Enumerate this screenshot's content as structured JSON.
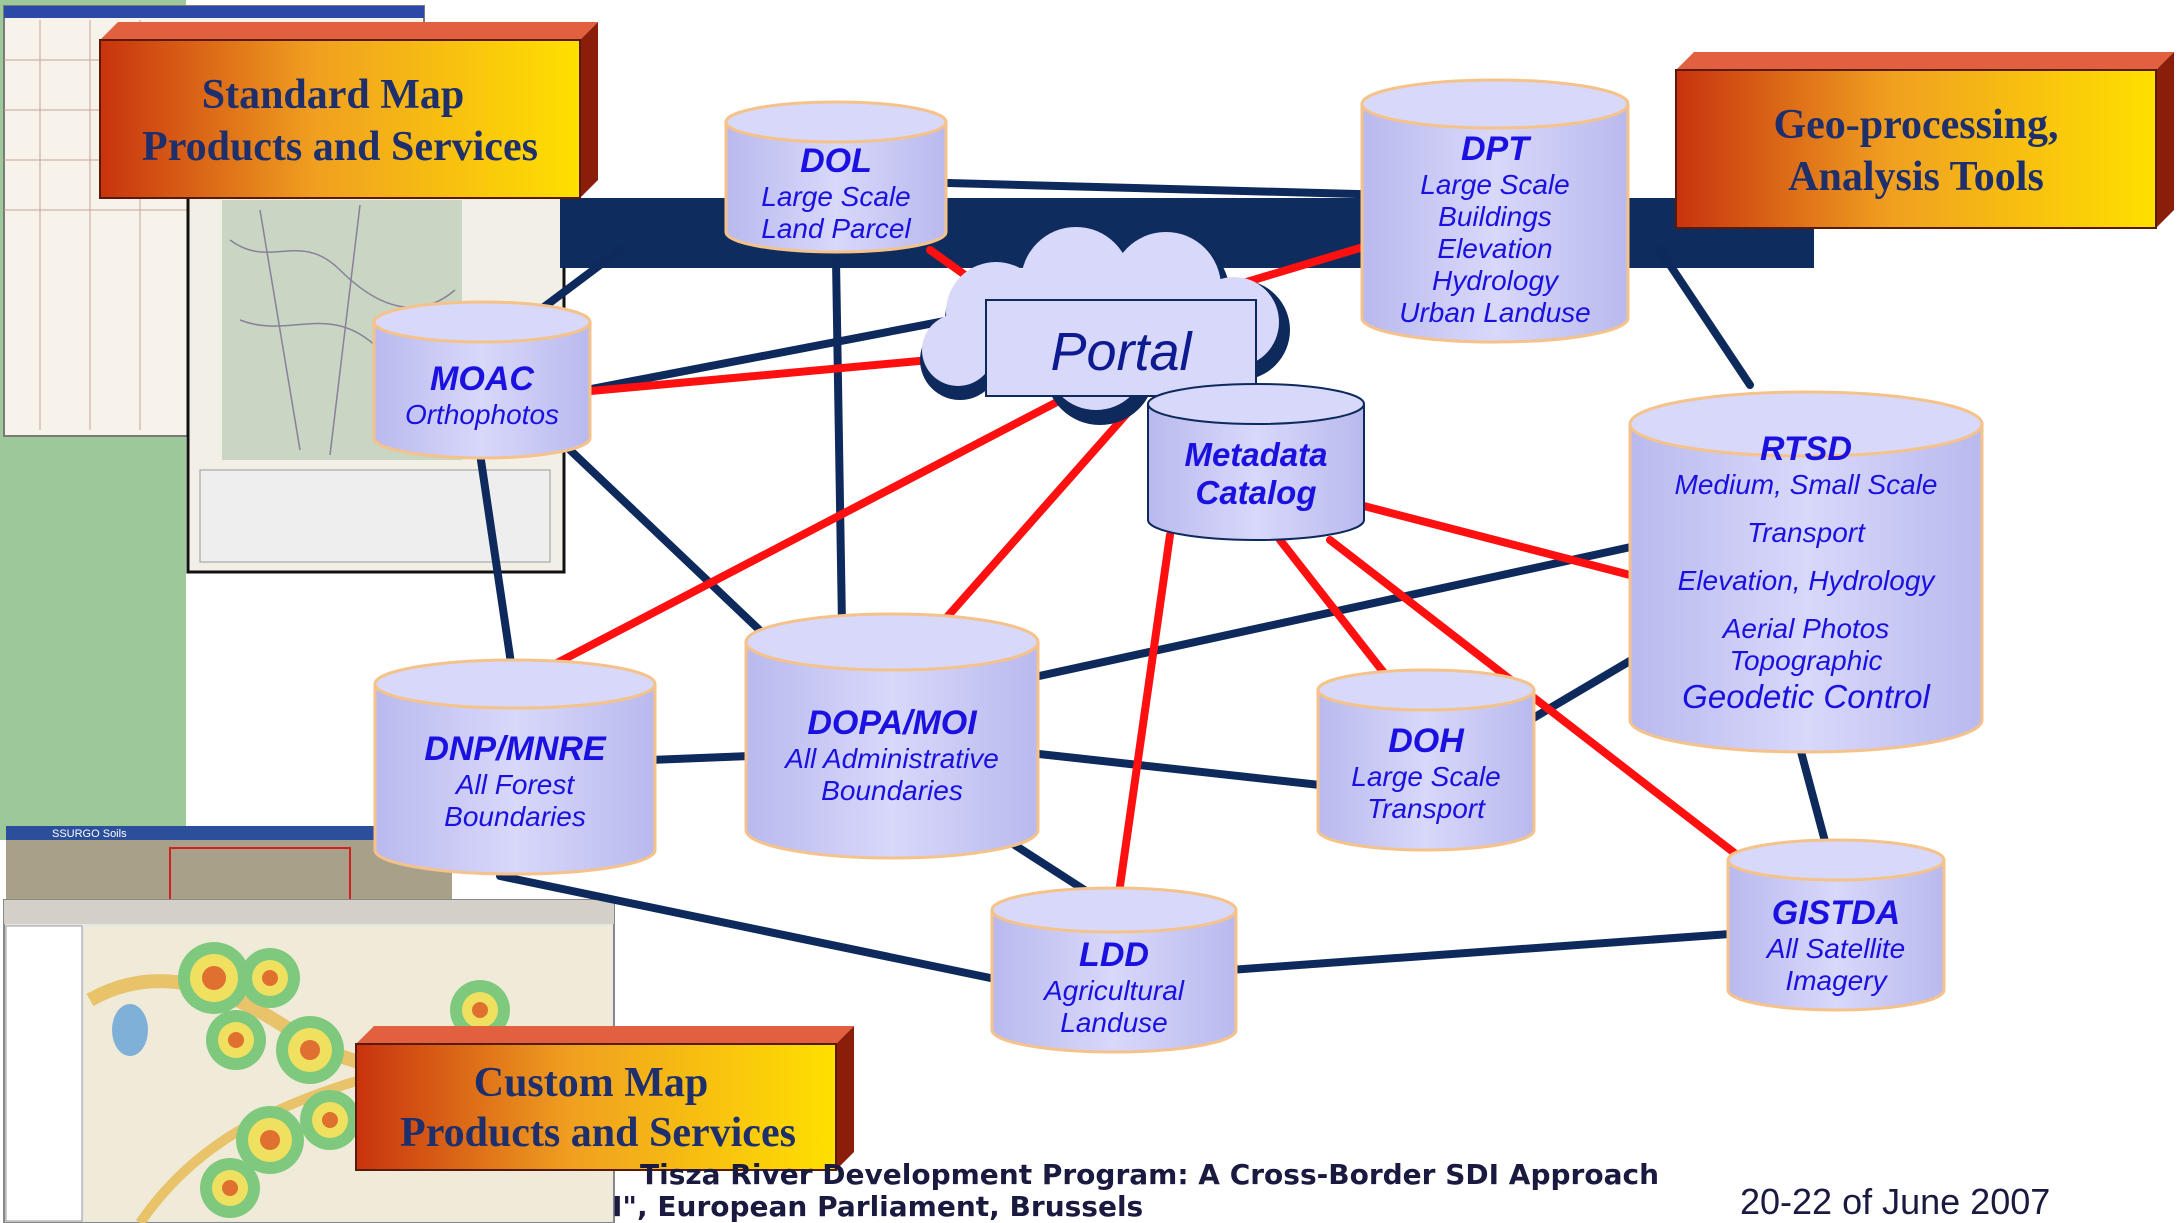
{
  "boxes": {
    "standard": [
      "Standard Map",
      "Products and Services"
    ],
    "geo": [
      "Geo-processing,",
      "Analysis Tools"
    ],
    "custom": [
      "Custom Map",
      "Products and Services"
    ]
  },
  "portal": "Portal",
  "metadata": [
    "Metadata",
    "Catalog"
  ],
  "nodes": {
    "dol": {
      "title": "DOL",
      "lines": [
        "Large Scale",
        "Land Parcel"
      ]
    },
    "dpt": {
      "title": "DPT",
      "lines": [
        "Large Scale",
        "Buildings",
        "Elevation",
        "Hydrology",
        "Urban Landuse"
      ]
    },
    "moac": {
      "title": "MOAC",
      "lines": [
        "Orthophotos"
      ]
    },
    "rtsd": {
      "title": "RTSD",
      "lines": [
        "Medium, Small Scale",
        "Transport",
        "Elevation, Hydrology",
        "Aerial Photos",
        "Topographic",
        "Geodetic Control"
      ]
    },
    "dnp": {
      "title": "DNP/MNRE",
      "lines": [
        "All Forest",
        "Boundaries"
      ]
    },
    "dopa": {
      "title": "DOPA/MOI",
      "lines": [
        "All Administrative",
        "Boundaries"
      ]
    },
    "doh": {
      "title": "DOH",
      "lines": [
        "Large Scale",
        "Transport"
      ]
    },
    "ldd": {
      "title": "LDD",
      "lines": [
        "Agricultural",
        "Landuse"
      ]
    },
    "gistda": {
      "title": "GISTDA",
      "lines": [
        "All Satellite",
        "Imagery"
      ]
    }
  },
  "screenshot_gis_title": "SSURGO Soils",
  "footer": {
    "line1": "Tisza River Development Program: A Cross-Border SDI Approach",
    "line2": "I\", European Parliament, Brussels",
    "date": "20-22 of June 2007"
  },
  "colors": {
    "red_link": "#ff1010",
    "blue_link": "#0e2a5c",
    "cylinder": "#ccccf5",
    "cylinder_edge": "#f5c28a",
    "text_blue": "#1a10e0"
  }
}
